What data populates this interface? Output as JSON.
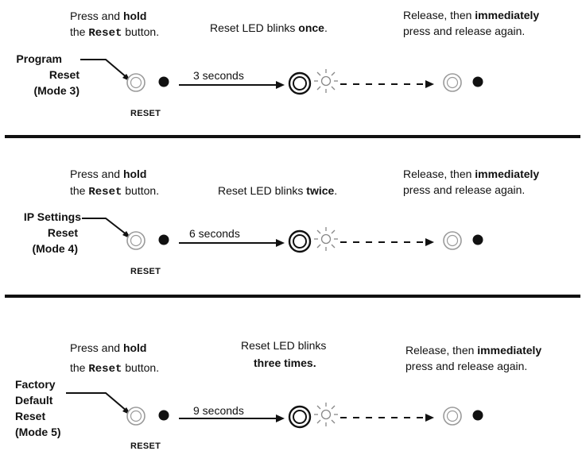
{
  "sections": [
    {
      "press_line1_prefix": "Press and ",
      "press_line1_bold": "hold",
      "press_line2_prefix": "the ",
      "press_line2_code": "Reset",
      "press_line2_suffix": " button.",
      "blink_prefix": "Reset LED blinks ",
      "blink_bold": "once",
      "blink_suffix": ".",
      "release_line1_prefix": "Release, then ",
      "release_line1_bold": "immediately",
      "release_line2": "press and release again.",
      "mode_lines": [
        "Program",
        "Reset",
        "(Mode 3)"
      ],
      "duration": "3 seconds",
      "reset_caption": "RESET"
    },
    {
      "press_line1_prefix": "Press and ",
      "press_line1_bold": "hold",
      "press_line2_prefix": "the ",
      "press_line2_code": "Reset",
      "press_line2_suffix": " button.",
      "blink_prefix": "Reset LED blinks ",
      "blink_bold": "twice",
      "blink_suffix": ".",
      "release_line1_prefix": "Release, then ",
      "release_line1_bold": "immediately",
      "release_line2": "press and release again.",
      "mode_lines": [
        "IP Settings",
        "Reset",
        "(Mode 4)"
      ],
      "duration": "6 seconds",
      "reset_caption": "RESET"
    },
    {
      "press_line1_prefix": "Press and ",
      "press_line1_bold": "hold",
      "press_line2_prefix": "the ",
      "press_line2_code": "Reset",
      "press_line2_suffix": " button.",
      "blink_line1": "Reset LED blinks",
      "blink_line2_bold": "three times.",
      "release_line1_prefix": "Release, then ",
      "release_line1_bold": "immediately",
      "release_line2": "press and release again.",
      "mode_lines": [
        "Factory",
        "Default",
        "Reset",
        "(Mode 5)"
      ],
      "duration": "9 seconds",
      "reset_caption": "RESET"
    }
  ],
  "colors": {
    "ink": "#111111",
    "button_ring": "#9a9a9a",
    "led_glow": "#888888"
  }
}
